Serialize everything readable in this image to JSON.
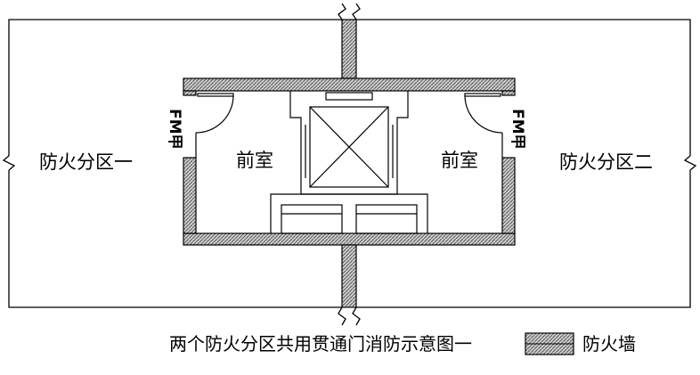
{
  "labels": {
    "zone_left": "防火分区一",
    "zone_right": "防火分区二",
    "anteroom_left": "前室",
    "anteroom_right": "前室",
    "door_left": "FM甲",
    "door_right": "FM甲"
  },
  "caption": "两个防火分区共用贯通门消防示意图一",
  "legend": {
    "label": "防火墙"
  },
  "colors": {
    "line": "#000000",
    "wall_hatch": "#9a9a9a",
    "background": "#ffffff"
  }
}
